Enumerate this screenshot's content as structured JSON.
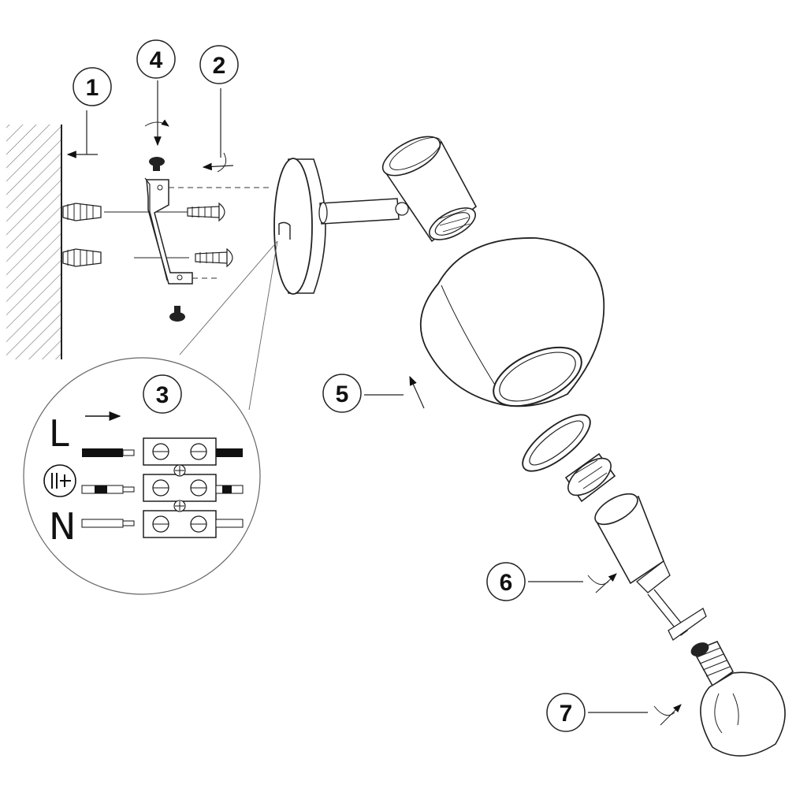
{
  "steps": [
    {
      "number": "1",
      "description": ""
    },
    {
      "number": "2"
    },
    {
      "number": "3"
    },
    {
      "number": "4"
    },
    {
      "number": "5"
    },
    {
      "number": "6"
    },
    {
      "number": "7"
    }
  ],
  "wiring": {
    "live_label": "L",
    "neutral_label": "N",
    "earth_symbol": "earth-ground-icon"
  },
  "colors": {
    "line": "#222222",
    "hatch": "#555555",
    "background": "#ffffff"
  }
}
